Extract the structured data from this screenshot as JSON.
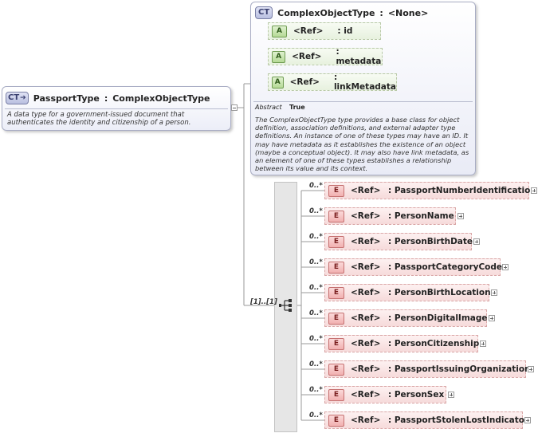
{
  "main_type": {
    "badge": "CT",
    "name": "PassportType",
    "separator": ":",
    "base": "ComplexObjectType",
    "description": "A data type for a government-issued document that authenticates the identity and citizenship of a person."
  },
  "base_type": {
    "badge": "CT",
    "name": "ComplexObjectType",
    "separator": ":",
    "base": "<None>",
    "attributes": [
      {
        "badge": "A",
        "ref": "<Ref>",
        "name": ": id"
      },
      {
        "badge": "A",
        "ref": "<Ref>",
        "name": ": metadata"
      },
      {
        "badge": "A",
        "ref": "<Ref>",
        "name": ": linkMetadata"
      }
    ],
    "abstract_label": "Abstract",
    "abstract_value": "True",
    "description": "The ComplexObjectType type provides a base class for object definition, association definitions, and external adapter type definitions. An instance of one of these types may have an ID. It may have metadata as it establishes the existence of an object (maybe a conceptual object). It may also have link metadata, as an element of one of these types establishes a relationship between its value and its context."
  },
  "sequence": {
    "multiplicity": "[1]..[1]",
    "elements": [
      {
        "badge": "E",
        "ref": "<Ref>",
        "occurs": "0..*",
        "name": ": PassportNumberIdentification"
      },
      {
        "badge": "E",
        "ref": "<Ref>",
        "occurs": "0..*",
        "name": ": PersonName"
      },
      {
        "badge": "E",
        "ref": "<Ref>",
        "occurs": "0..*",
        "name": ": PersonBirthDate"
      },
      {
        "badge": "E",
        "ref": "<Ref>",
        "occurs": "0..*",
        "name": ": PassportCategoryCode"
      },
      {
        "badge": "E",
        "ref": "<Ref>",
        "occurs": "0..*",
        "name": ": PersonBirthLocation"
      },
      {
        "badge": "E",
        "ref": "<Ref>",
        "occurs": "0..*",
        "name": ": PersonDigitalImage"
      },
      {
        "badge": "E",
        "ref": "<Ref>",
        "occurs": "0..*",
        "name": ": PersonCitizenship"
      },
      {
        "badge": "E",
        "ref": "<Ref>",
        "occurs": "0..*",
        "name": ": PassportIssuingOrganization"
      },
      {
        "badge": "E",
        "ref": "<Ref>",
        "occurs": "0..*",
        "name": ": PersonSex"
      },
      {
        "badge": "E",
        "ref": "<Ref>",
        "occurs": "0..*",
        "name": ": PassportStolenLostIndicator"
      }
    ]
  },
  "colors": {
    "complex_type_fill": "#eceef8",
    "attribute_fill": "#e7f1de",
    "element_fill": "#f6dada",
    "connector": "#9a9a9a"
  }
}
